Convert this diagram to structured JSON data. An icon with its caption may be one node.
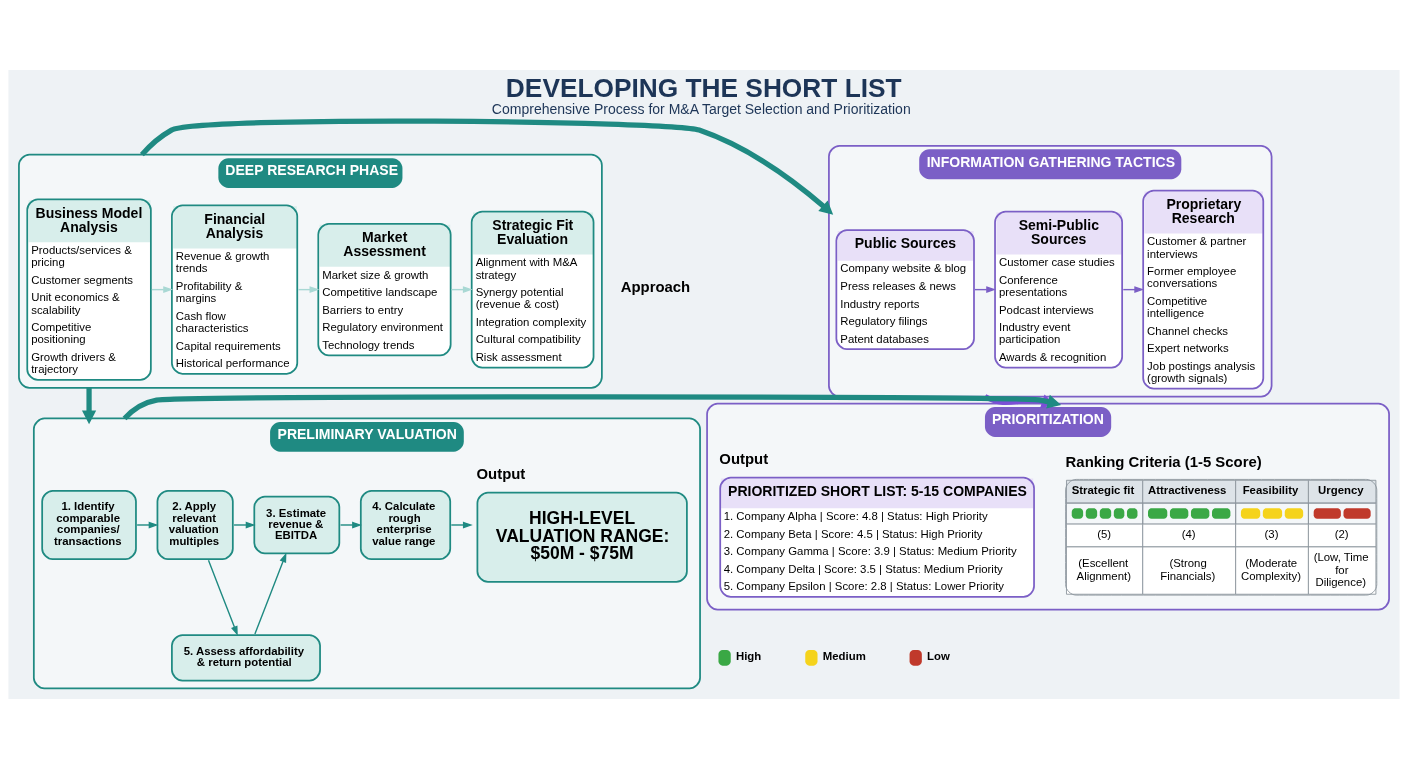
{
  "diagram": {
    "title": "DEVELOPING THE SHORT LIST",
    "caption": "Comprehensive Process for M&A Target Selection and Prioritization",
    "nodes": [
      {
        "text": [
          "DEEP RESEARCH PHASE"
        ]
      },
      {
        "text": [
          "Business Model Analysis",
          "Products/services & pricing",
          "Customer segments",
          "Unit economics & scalability",
          "Competitive positioning",
          "Growth drivers & trajectory"
        ],
        "in": 0
      },
      {
        "text": [
          "Financial Analysis",
          "Revenue & growth trends",
          "Profitability & margins",
          "Cash flow characteristics",
          "Capital requirements",
          "Historical performance"
        ],
        "in": 0
      },
      {
        "text": [
          "Market Assessment",
          "Market size & growth",
          "Competitive landscape",
          "Barriers to entry",
          "Regulatory environment",
          "Technology trends"
        ],
        "in": 0
      },
      {
        "text": [
          "Strategic Fit Evaluation",
          "Alignment with M&A strategy",
          "Synergy potential (revenue & cost)",
          "Integration complexity",
          "Cultural compatibility",
          "Risk assessment"
        ],
        "in": 0
      },
      {
        "text": [
          "INFORMATION GATHERING TACTICS"
        ]
      },
      {
        "text": [
          "Public Sources",
          "Company website & blog",
          "Press releases & news",
          "Industry reports",
          "Regulatory filings",
          "Patent databases"
        ],
        "in": 5
      },
      {
        "text": [
          "Semi-Public Sources",
          "Customer case studies",
          "Conference presentations",
          "Podcast interviews",
          "Industry event participation",
          "Awards & recognition"
        ],
        "in": 5
      },
      {
        "text": [
          "Proprietary Research",
          "Customer & partner interviews",
          "Former employee conversations",
          "Competitive intelligence",
          "Channel checks",
          "Expert networks",
          "Job postings analysis (growth signals)"
        ],
        "in": 5
      },
      {
        "text": [
          "PRELIMINARY VALUATION"
        ]
      },
      {
        "text": [
          "1. Identify comparable companies/ transactions"
        ],
        "in": 9
      },
      {
        "text": [
          "2. Apply relevant valuation multiples"
        ],
        "in": 9
      },
      {
        "text": [
          "3. Estimate revenue & EBITDA"
        ],
        "in": 9
      },
      {
        "text": [
          "4. Calculate rough enterprise value range"
        ],
        "in": 9
      },
      {
        "text": [
          "5. Assess affordability & return potential"
        ],
        "in": 9
      },
      {
        "text": [
          "HIGH-LEVEL VALUATION RANGE: $50M - $75M"
        ],
        "in": 9,
        "beside": [
          "Output"
        ]
      },
      {
        "text": [
          "PRIORITIZATION"
        ]
      },
      {
        "text": [
          "Strategic fit",
          "Attractiveness",
          "Feasibility",
          "Urgency",
          "(5)",
          "(4)",
          "(3)",
          "(2)",
          "(Escellent Alignment)",
          "(Strong Financials)",
          "(Moderate Complexity)",
          "(Low, Time for Diligence)"
        ],
        "in": 16,
        "beside": [
          "Ranking Criteria (1-5 Score)"
        ]
      },
      {
        "text": [
          "PRIORITIZED SHORT LIST: 5-15 COMPANIES",
          "1. Company Alpha | Score: 4.8 | Status: High Priority",
          "2. Company Beta | Score: 4.5 | Status: High Priority",
          "3. Company Gamma | Score: 3.9 | Status: Medium Priority",
          "4. Company Delta | Score: 3.5 | Status: Medium Priority",
          "5. Company Epsilon | Score: 2.8 | Status: Lower Priority"
        ],
        "in": 16,
        "beside": [
          "Output"
        ]
      }
    ],
    "edges": [
      {
        "from": 1,
        "to": 2,
        "arrow": "to",
        "color": "#a8d8d4"
      },
      {
        "from": 2,
        "to": 3,
        "arrow": "to",
        "color": "#a8d8d4"
      },
      {
        "from": 3,
        "to": 4,
        "arrow": "to",
        "color": "#a8d8d4"
      },
      {
        "from": 0,
        "to": 5,
        "arrow": "to",
        "style": "thick"
      },
      {
        "from": 6,
        "to": 7,
        "arrow": "to",
        "color": "#7b5fc6"
      },
      {
        "from": 7,
        "to": 8,
        "arrow": "to",
        "color": "#7b5fc6"
      },
      {
        "from": 0,
        "to": 9,
        "arrow": "to",
        "style": "thick"
      },
      {
        "from": 5,
        "to": 16,
        "arrow": "to",
        "style": "thick",
        "color": "#7b4fd6"
      },
      {
        "from": 10,
        "to": 11,
        "arrow": "to"
      },
      {
        "from": 11,
        "to": 12,
        "arrow": "to"
      },
      {
        "from": 12,
        "to": 13,
        "arrow": "to"
      },
      {
        "from": 13,
        "to": 15,
        "arrow": "to"
      },
      {
        "from": 11,
        "to": 14,
        "arrow": "to"
      },
      {
        "from": 14,
        "to": 12,
        "arrow": "to"
      },
      {
        "from": 9,
        "to": 16,
        "arrow": "to",
        "style": "thick"
      }
    ],
    "labels": [
      "Approach"
    ],
    "legend": [
      {
        "text": "High",
        "color": "#3aa845"
      },
      {
        "text": "Medium",
        "color": "#f5d31c"
      },
      {
        "text": "Low",
        "color": "#c0392b"
      }
    ]
  }
}
